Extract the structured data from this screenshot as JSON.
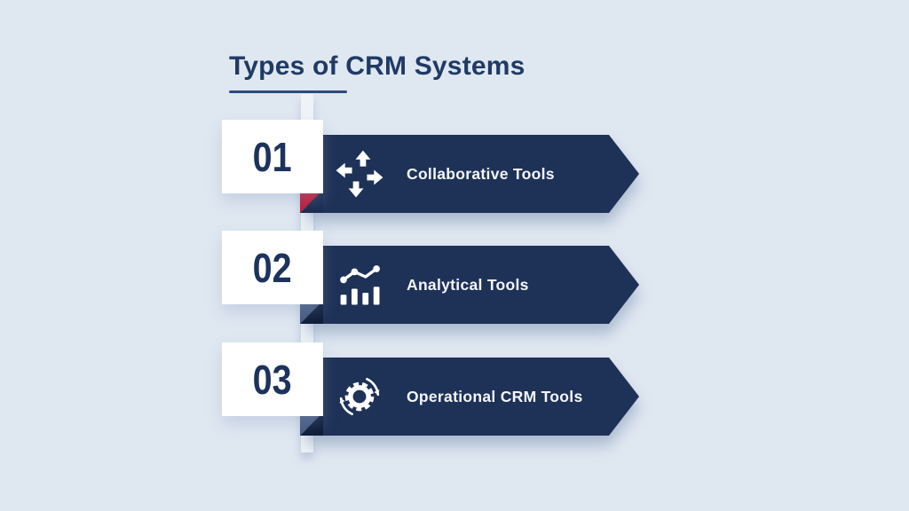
{
  "title": {
    "text": "Types of CRM Systems"
  },
  "items": [
    {
      "number": "01",
      "label": "Collaborative Tools",
      "icon": "collaborative-arrows-icon",
      "fold_color": "#c01a38"
    },
    {
      "number": "02",
      "label": "Analytical Tools",
      "icon": "bar-chart-trend-icon",
      "fold_color": "#46597f"
    },
    {
      "number": "03",
      "label": "Operational CRM Tools",
      "icon": "gear-sync-icon",
      "fold_color": "#46597f"
    }
  ],
  "colors": {
    "background": "#dfe7f1",
    "banner_navy": "#1e3157",
    "title_navy": "#1f3a64",
    "number_navy": "#1d335d",
    "accent_red": "#c01a38",
    "fold_steel": "#46597f",
    "fold_dark": "#0e1c3a",
    "card_white": "#ffffff"
  }
}
